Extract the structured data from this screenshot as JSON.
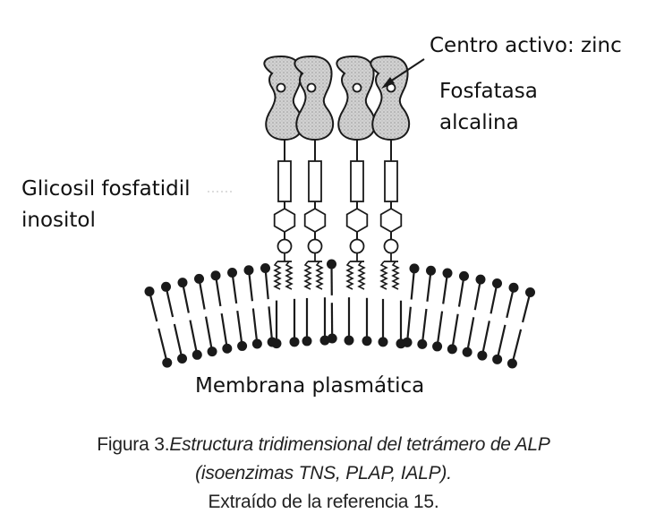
{
  "labels": {
    "active_site": "Centro activo: zinc",
    "enzyme_line1": "Fosfatasa",
    "enzyme_line2": "alcalina",
    "gpi_line1": "Glicosil fosfatidil",
    "gpi_line2": "inositol",
    "membrane": "Membrana plasmática"
  },
  "caption": {
    "figure_number": "Figura 3.",
    "title_line1": "Estructura tridimensional del tetrámero de ALP",
    "title_line2": "(isoenzimas TNS, PLAP, IALP).",
    "source": "Extraído de la referencia 15."
  },
  "diagram": {
    "enzyme_monomer_count": 4,
    "components": [
      "enzyme-monomer",
      "zinc-active-site",
      "peptide-linker",
      "glycan-hexagon",
      "phosphate-circle",
      "lipid-tails",
      "phospholipid-bilayer"
    ],
    "colors": {
      "ink": "#1a1a1a",
      "enzyme_fill": "#c9c9c9",
      "background": "#ffffff"
    }
  }
}
